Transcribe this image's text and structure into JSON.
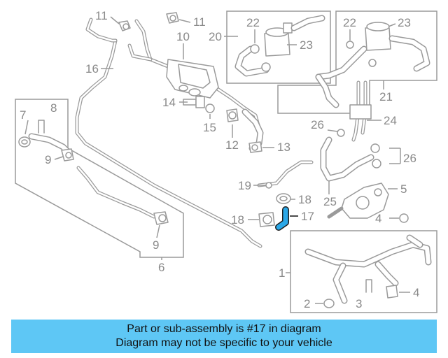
{
  "diagram": {
    "callouts": {
      "c1": "1",
      "c2": "2",
      "c3": "3",
      "c4a": "4",
      "c4b": "4",
      "c5": "5",
      "c6": "6",
      "c7": "7",
      "c8": "8",
      "c9a": "9",
      "c9b": "9",
      "c10": "10",
      "c11a": "11",
      "c11b": "11",
      "c12": "12",
      "c13": "13",
      "c14": "14",
      "c15": "15",
      "c16": "16",
      "c17": "17",
      "c18a": "18",
      "c18b": "18",
      "c19": "19",
      "c20": "20",
      "c21": "21",
      "c22a": "22",
      "c22b": "22",
      "c23a": "23",
      "c23b": "23",
      "c24": "24",
      "c25": "25",
      "c26a": "26",
      "c26b": "26"
    },
    "highlight_color": "#2ba8e8"
  },
  "banner": {
    "line1": "Part or sub-assembly is #17 in diagram",
    "line2": "Diagram may not be specific to your vehicle",
    "background": "#5ec7f5"
  }
}
